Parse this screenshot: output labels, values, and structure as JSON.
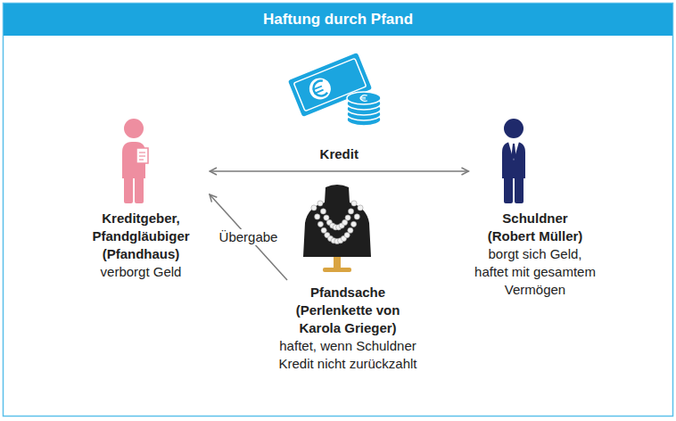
{
  "diagram": {
    "title": "Haftung durch Pfand",
    "nodes": [
      {
        "text": [
          "Kreditgeber, Pfandgläubiger (Pfandhaus)",
          "verborgt Geld"
        ]
      },
      {
        "text": [
          "Schuldner (Robert Müller)",
          "borgt sich Geld, haftet mit gesamtem Vermögen"
        ]
      },
      {
        "text": [
          "Pfandsache (Perlenkette von Karola Grieger)",
          "haftet, wenn Schuldner Kredit nicht zurückzahlt"
        ]
      }
    ],
    "edges": [
      {
        "from": 0,
        "to": 1,
        "arrow": "both",
        "label": "Kredit"
      },
      {
        "from": 2,
        "to": 0,
        "arrow": "to",
        "label": "Übergabe"
      }
    ]
  }
}
